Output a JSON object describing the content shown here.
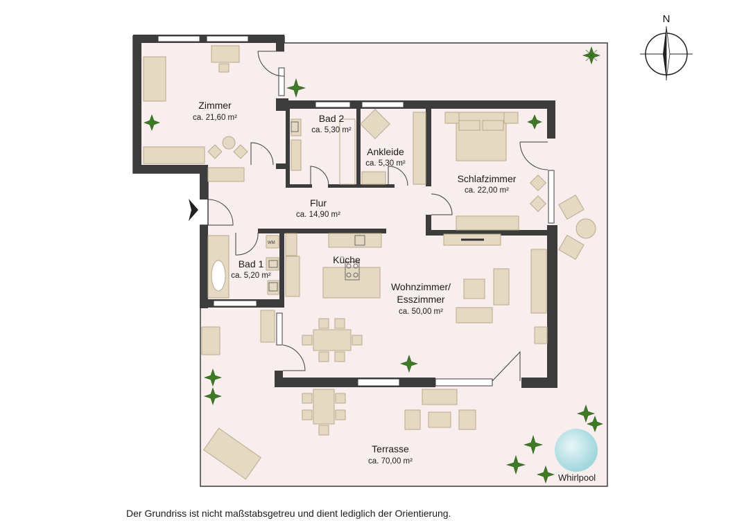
{
  "rooms": {
    "zimmer": {
      "name": "Zimmer",
      "area": "ca. 21,60 m²"
    },
    "bad2": {
      "name": "Bad 2",
      "area": "ca. 5,30 m²"
    },
    "ankleide": {
      "name": "Ankleide",
      "area": "ca. 5,30 m²"
    },
    "schlafzimmer": {
      "name": "Schlafzimmer",
      "area": "ca. 22,00 m²"
    },
    "flur": {
      "name": "Flur",
      "area": "ca. 14,90 m²"
    },
    "bad1": {
      "name": "Bad 1",
      "area": "ca. 5,20 m²"
    },
    "kueche": {
      "name": "Küche"
    },
    "wohnzimmer": {
      "name_line1": "Wohnzimmer/",
      "name_line2": "Esszimmer",
      "area": "ca. 50,00 m²"
    },
    "terrasse": {
      "name": "Terrasse",
      "area": "ca. 70,00 m²"
    }
  },
  "labels": {
    "whirlpool": "Whirlpool",
    "washing_machine": "WM",
    "compass_north": "N"
  },
  "footer": {
    "disclaimer": "Der Grundriss ist nicht maßstabsgetreu und dient lediglich der Orientierung."
  },
  "colors": {
    "floor": "#f9eeee",
    "wall": "#3c3c3c",
    "furniture": "#e6d9c4",
    "furniture_stroke": "#b9a889",
    "plant": "#3f7a26",
    "whirlpool": "#bfe6ea"
  }
}
